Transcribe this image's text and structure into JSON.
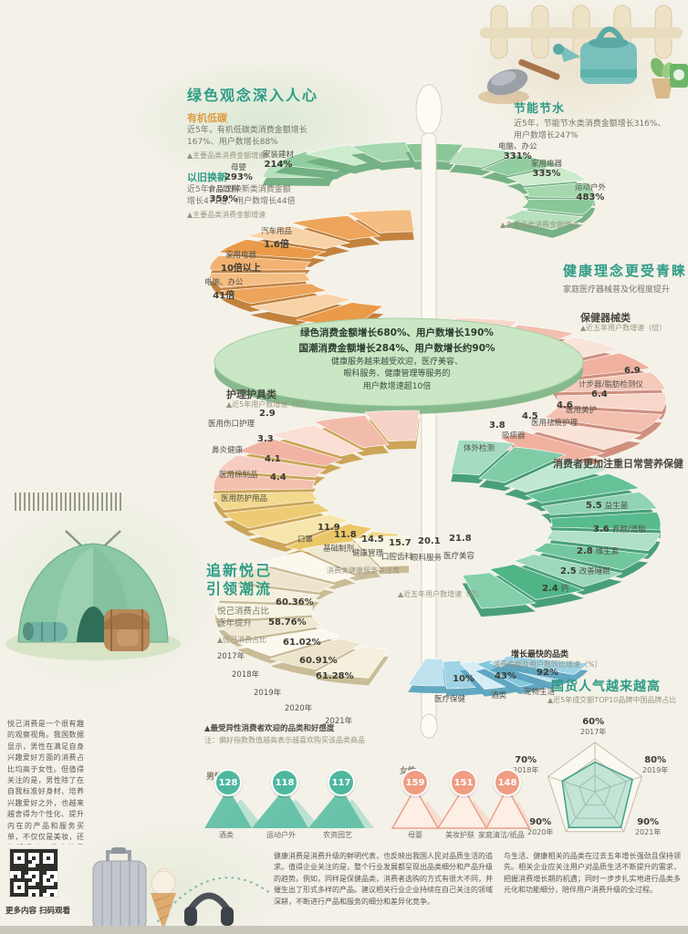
{
  "sections": {
    "green": {
      "title": "绿色观念深入人心",
      "organic_label": "有机低碳",
      "organic_desc": "近5年，有机低碳类消费金额增长167%、用户数增长88%",
      "organic_note": "▲主要品类消费金额增速",
      "tradein_label": "以旧换新",
      "tradein_desc": "近5年，以旧换新类消费金额增长471倍、用户数增长44倍",
      "tradein_note": "▲主要品类消费金额增速"
    },
    "energy": {
      "title": "节能节水",
      "desc": "近5年，节能节水类消费金额增长316%、用户数增长247%",
      "note": "▲主要品类消费金额增速"
    },
    "health": {
      "title": "健康理念更受青睐",
      "subtitle": "家庭医疗器械普及化程度提升"
    },
    "trendy": {
      "title_line1": "追新悦己",
      "title_line2": "引领潮流",
      "subtitle_line1": "悦己消费占比",
      "subtitle_line2": "逐年提升",
      "note": "▲悦己消费占比"
    },
    "domestic": {
      "title": "国货人气越来越高",
      "note": "▲近5年成交额TOP10品牌中国品牌占比"
    },
    "qr_caption": "更多内容 扫码观看",
    "paragraph_left": "悦己消费是一个很有趣的观察视角。我国数据显示，男性在满足自身兴趣爱好方面的消费占比均高于女性。但值得关注的是，男性除了在自我标准好身材、培养兴趣爱好之外，也越来越舍得为个性化、提升内在的产品和服务买单，不仅仅是美妆，还包括运动、教育等品类。",
    "paragraph_mid": "健康消费是消费升级的鲜明代表，也反映出我国人民对品质生活的追求。值得企业关注的是，整个行业发展都呈现出品类细分和产品升级的趋势。例如，同样是保健品类，消费者选购的方式有很大不同，并催生出了形式多样的产品。建议相关行业企业持续在自己关注的领域深耕，不断进行产品和服务的细分和差异化竞争。",
    "paragraph_right": "与生活、健康相关的品类在过去五年增长强劲且保持领先。相关企业应关注用户对品质生活不断提升的需求，把握消费增长期的机遇；同时一步步扎实地进行品类多元化和功能细分，陪伴用户消费升级的全过程。"
  },
  "chart_data": [
    {
      "name": "green_band",
      "type": "bar",
      "title": "主要品类消费金额增速（绿色消费）",
      "items": [
        {
          "label": "家装建材",
          "value": "214%"
        },
        {
          "label": "母婴",
          "value": "293%"
        },
        {
          "label": "食品饮料",
          "value": "359%"
        },
        {
          "label": "电脑、办公",
          "value": "331%"
        },
        {
          "label": "家用电器",
          "value": "335%"
        },
        {
          "label": "运动户外",
          "value": "483%"
        }
      ]
    },
    {
      "name": "tradein_band",
      "type": "bar",
      "title": "以旧换新主要品类消费金额增速",
      "items": [
        {
          "label": "汽车用品",
          "value": "1.6倍"
        },
        {
          "label": "家用电器",
          "value": "10倍以上"
        },
        {
          "label": "电脑、办公",
          "value": "41倍"
        }
      ]
    },
    {
      "name": "platform_stats",
      "type": "table",
      "lines": [
        "绿色消费金额增长680%、用户数增长190%",
        "国潮消费金额增长284%、用户数增长约90%",
        "健康服务越来越受欢迎，医疗美容、",
        "眼科服务、健康管理等服务的",
        "用户数增速超10倍"
      ]
    },
    {
      "name": "devices_band",
      "type": "bar",
      "title": "保健器械类",
      "note": "▲近五年用户数增速（倍）",
      "items": [
        {
          "label": "体外检测",
          "value": "3.8"
        },
        {
          "label": "吸痰器",
          "value": "4.5"
        },
        {
          "label": "医用祛痕护理",
          "value": "4.6"
        },
        {
          "label": "医用美护",
          "value": "6.4"
        },
        {
          "label": "计步器/脂肪检测仪",
          "value": "6.9"
        }
      ]
    },
    {
      "name": "care_band",
      "type": "bar",
      "title": "护理护具类",
      "note": "▲近5年用户数增速（倍）",
      "items": [
        {
          "label": "医用伤口护理",
          "value": "2.9"
        },
        {
          "label": "鼻炎健康",
          "value": "3.3"
        },
        {
          "label": "医用棉制品",
          "value": "4.1"
        },
        {
          "label": "医用防护用品",
          "value": "4.4"
        },
        {
          "label": "口罩",
          "value": "11.9"
        }
      ]
    },
    {
      "name": "services_band",
      "type": "bar",
      "note": "消费类健康服务关注度",
      "items": [
        {
          "label": "基础制剂",
          "value": "11.8"
        },
        {
          "label": "健康管理",
          "value": "14.5"
        },
        {
          "label": "口腔齿科",
          "value": "15.7"
        },
        {
          "label": "眼科服务",
          "value": "20.1"
        },
        {
          "label": "医疗美容",
          "value": "21.8"
        }
      ]
    },
    {
      "name": "nutrition_band",
      "type": "bar",
      "title": "消费者更加注重日常营养保健",
      "note": "▲近五年用户数增速（倍）",
      "items": [
        {
          "label": "益生菌",
          "value": "5.5"
        },
        {
          "label": "养颜/清脂",
          "value": "3.6"
        },
        {
          "label": "维生素",
          "value": "2.8"
        },
        {
          "label": "改善睡眠",
          "value": "2.5"
        },
        {
          "label": "钙",
          "value": "2.4"
        }
      ]
    },
    {
      "name": "self_pleasing_band",
      "type": "bar",
      "years": [
        {
          "label": "2017年",
          "value": "60.36%"
        },
        {
          "label": "2018年",
          "value": "58.76%"
        },
        {
          "label": "2019年",
          "value": "61.02%"
        },
        {
          "label": "2020年",
          "value": "60.91%"
        },
        {
          "label": "2021年",
          "value": "61.28%"
        }
      ]
    },
    {
      "name": "fastest_band",
      "type": "bar",
      "note1": "增长最快的品类",
      "note2": "消费金额及用户数同比增速（%）",
      "items": [
        {
          "label": "医疗保健",
          "value": "10%"
        },
        {
          "label": "酒类",
          "value": "43%"
        },
        {
          "label": "宠物生活",
          "value": "92%"
        }
      ]
    },
    {
      "name": "domestic_radar",
      "type": "radar",
      "axes": [
        "2017年",
        "2019年",
        "2021年",
        "2020年",
        "2018年"
      ],
      "values": [
        60,
        80,
        90,
        90,
        70
      ],
      "max": 100,
      "labels": [
        {
          "pct": "60%",
          "year": "2017年"
        },
        {
          "pct": "80%",
          "year": "2019年"
        },
        {
          "pct": "90%",
          "year": "2021年"
        },
        {
          "pct": "90%",
          "year": "2020年"
        },
        {
          "pct": "70%",
          "year": "2018年"
        }
      ]
    },
    {
      "name": "gender_preference",
      "type": "bar",
      "note1": "▲最受异性消费者欢迎的品类和好感度",
      "note2": "注：偏好指数数值越高表示越喜欢购买该品类商品",
      "male_header": "男性",
      "female_header": "女性",
      "male": [
        {
          "label": "酒类",
          "value": "128"
        },
        {
          "label": "运动户外",
          "value": "118"
        },
        {
          "label": "农资园艺",
          "value": "117"
        }
      ],
      "female": [
        {
          "label": "母婴",
          "value": "159"
        },
        {
          "label": "美妆护肤",
          "value": "151"
        },
        {
          "label": "家庭清洁/纸品",
          "value": "148"
        }
      ]
    }
  ]
}
